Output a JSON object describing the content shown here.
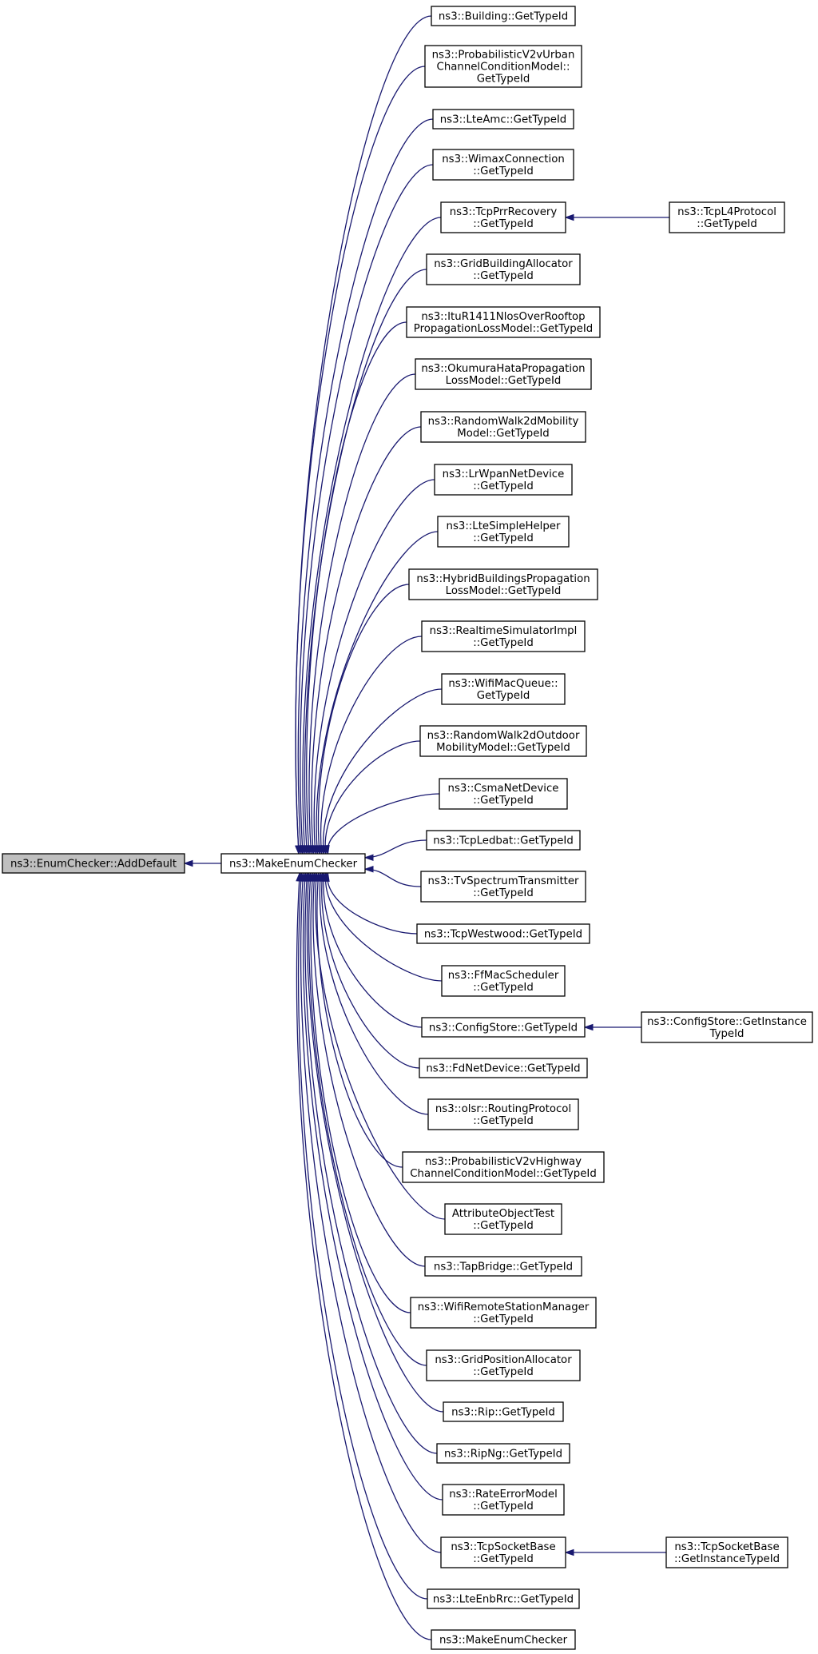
{
  "graph": {
    "colors": {
      "edge": "#191970",
      "root_fill": "#bfbfbf",
      "node_fill": "#ffffff",
      "border": "#000000"
    },
    "root": {
      "id": "addDefault",
      "lines": [
        "ns3::EnumChecker::AddDefault"
      ]
    },
    "hub": {
      "id": "makeEnumChecker",
      "lines": [
        "ns3::MakeEnumChecker"
      ]
    },
    "callers": [
      {
        "id": "building",
        "lines": [
          "ns3::Building::GetTypeId"
        ]
      },
      {
        "id": "v2vUrban",
        "lines": [
          "ns3::ProbabilisticV2vUrban",
          "ChannelConditionModel::",
          "GetTypeId"
        ]
      },
      {
        "id": "lteAmc",
        "lines": [
          "ns3::LteAmc::GetTypeId"
        ]
      },
      {
        "id": "wimaxConnection",
        "lines": [
          "ns3::WimaxConnection",
          "::GetTypeId"
        ]
      },
      {
        "id": "tcpPrrRecovery",
        "lines": [
          "ns3::TcpPrrRecovery",
          "::GetTypeId"
        ]
      },
      {
        "id": "gridBuildingAllocator",
        "lines": [
          "ns3::GridBuildingAllocator",
          "::GetTypeId"
        ]
      },
      {
        "id": "ituR1411",
        "lines": [
          "ns3::ItuR1411NlosOverRooftop",
          "PropagationLossModel::GetTypeId"
        ]
      },
      {
        "id": "okumuraHata",
        "lines": [
          "ns3::OkumuraHataPropagation",
          "LossModel::GetTypeId"
        ]
      },
      {
        "id": "randomWalk2d",
        "lines": [
          "ns3::RandomWalk2dMobility",
          "Model::GetTypeId"
        ]
      },
      {
        "id": "lrWpan",
        "lines": [
          "ns3::LrWpanNetDevice",
          "::GetTypeId"
        ]
      },
      {
        "id": "lteSimpleHelper",
        "lines": [
          "ns3::LteSimpleHelper",
          "::GetTypeId"
        ]
      },
      {
        "id": "hybridBuildings",
        "lines": [
          "ns3::HybridBuildingsPropagation",
          "LossModel::GetTypeId"
        ]
      },
      {
        "id": "realtimeSimulator",
        "lines": [
          "ns3::RealtimeSimulatorImpl",
          "::GetTypeId"
        ]
      },
      {
        "id": "wifiMacQueue",
        "lines": [
          "ns3::WifiMacQueue::",
          "GetTypeId"
        ]
      },
      {
        "id": "randomWalk2dOutdoor",
        "lines": [
          "ns3::RandomWalk2dOutdoor",
          "MobilityModel::GetTypeId"
        ]
      },
      {
        "id": "csmaNetDevice",
        "lines": [
          "ns3::CsmaNetDevice",
          "::GetTypeId"
        ]
      },
      {
        "id": "tcpLedbat",
        "lines": [
          "ns3::TcpLedbat::GetTypeId"
        ]
      },
      {
        "id": "tvSpectrum",
        "lines": [
          "ns3::TvSpectrumTransmitter",
          "::GetTypeId"
        ]
      },
      {
        "id": "tcpWestwood",
        "lines": [
          "ns3::TcpWestwood::GetTypeId"
        ]
      },
      {
        "id": "ffMacScheduler",
        "lines": [
          "ns3::FfMacScheduler",
          "::GetTypeId"
        ]
      },
      {
        "id": "configStore",
        "lines": [
          "ns3::ConfigStore::GetTypeId"
        ]
      },
      {
        "id": "fdNetDevice",
        "lines": [
          "ns3::FdNetDevice::GetTypeId"
        ]
      },
      {
        "id": "olsrRouting",
        "lines": [
          "ns3::olsr::RoutingProtocol",
          "::GetTypeId"
        ]
      },
      {
        "id": "v2vHighway",
        "lines": [
          "ns3::ProbabilisticV2vHighway",
          "ChannelConditionModel::GetTypeId"
        ]
      },
      {
        "id": "attributeObjectTest",
        "lines": [
          "AttributeObjectTest",
          "::GetTypeId"
        ]
      },
      {
        "id": "tapBridge",
        "lines": [
          "ns3::TapBridge::GetTypeId"
        ]
      },
      {
        "id": "wifiRemoteStation",
        "lines": [
          "ns3::WifiRemoteStationManager",
          "::GetTypeId"
        ]
      },
      {
        "id": "gridPositionAllocator",
        "lines": [
          "ns3::GridPositionAllocator",
          "::GetTypeId"
        ]
      },
      {
        "id": "rip",
        "lines": [
          "ns3::Rip::GetTypeId"
        ]
      },
      {
        "id": "ripNg",
        "lines": [
          "ns3::RipNg::GetTypeId"
        ]
      },
      {
        "id": "rateErrorModel",
        "lines": [
          "ns3::RateErrorModel",
          "::GetTypeId"
        ]
      },
      {
        "id": "tcpSocketBase",
        "lines": [
          "ns3::TcpSocketBase",
          "::GetTypeId"
        ]
      },
      {
        "id": "lteEnbRrc",
        "lines": [
          "ns3::LteEnbRrc::GetTypeId"
        ]
      },
      {
        "id": "makeEnumCheckerCaller",
        "lines": [
          "ns3::MakeEnumChecker"
        ]
      }
    ],
    "secondary": [
      {
        "id": "tcpL4Protocol",
        "lines": [
          "ns3::TcpL4Protocol",
          "::GetTypeId"
        ],
        "calls": "tcpPrrRecovery"
      },
      {
        "id": "configStoreInstance",
        "lines": [
          "ns3::ConfigStore::GetInstance",
          "TypeId"
        ],
        "calls": "configStore"
      },
      {
        "id": "tcpSocketBaseInstance",
        "lines": [
          "ns3::TcpSocketBase",
          "::GetInstanceTypeId"
        ],
        "calls": "tcpSocketBase"
      }
    ]
  }
}
